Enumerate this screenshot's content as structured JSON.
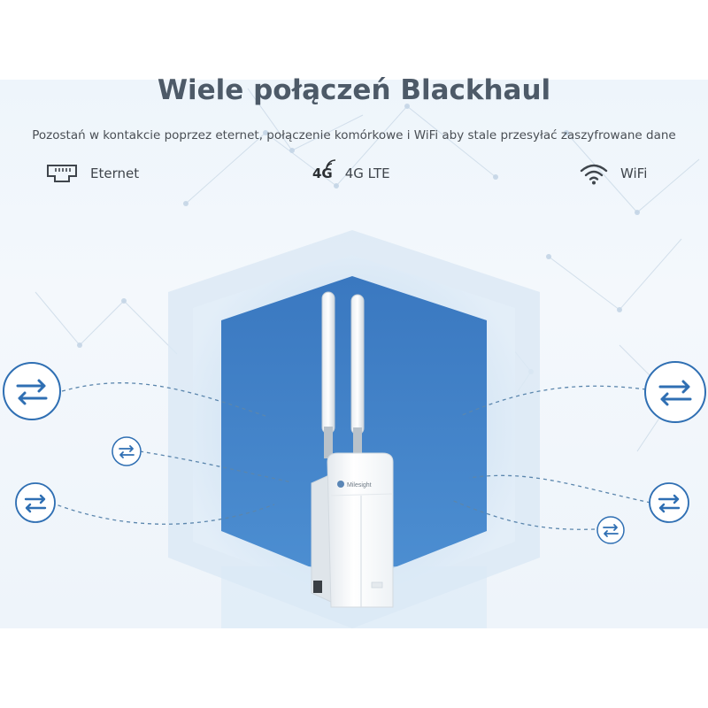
{
  "header": {
    "title": "Wiele połączeń Blackhaul",
    "subtitle": "Pozostań w kontakcie poprzez eternet, połączenie komórkowe i WiFi aby stale przesyłać zaszyfrowane dane"
  },
  "connections": [
    {
      "label": "Eternet",
      "icon": "ethernet-port-icon"
    },
    {
      "mark": "4G",
      "label": "4G LTE",
      "icon": "signal-4g-icon"
    },
    {
      "label": "WiFi",
      "icon": "wifi-icon"
    }
  ],
  "device": {
    "brand": "Milesight",
    "icon": "outdoor-router-icon"
  },
  "colors": {
    "accent": "#3a7dc4",
    "hex_dark": "#3b7dc6",
    "hex_glow": "#cfe1f3",
    "text": "#4d5a68"
  }
}
